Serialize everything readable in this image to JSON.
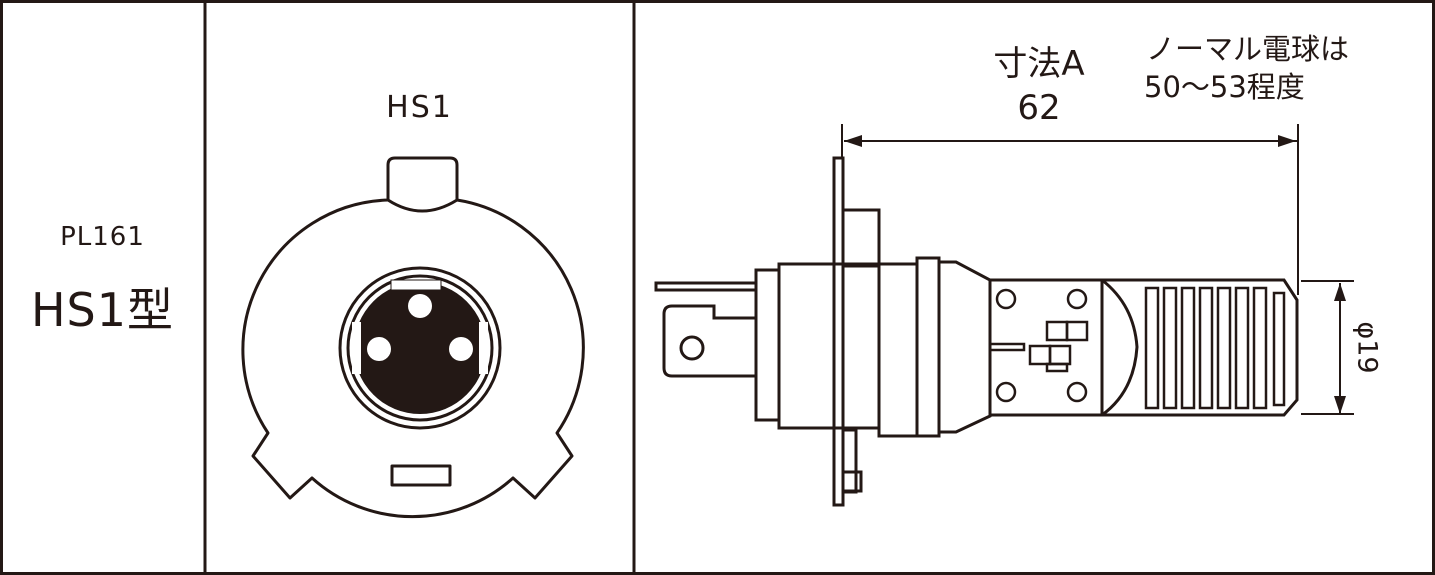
{
  "product": {
    "code": "PL161",
    "type": "HS1型"
  },
  "socket_face": {
    "label": "HS1"
  },
  "side_view": {
    "dimension_name": "寸法A",
    "dimension_value": "62",
    "note_line1": "ノーマル電球は",
    "note_line2": "50〜53程度",
    "diameter_label": "φ19"
  },
  "colors": {
    "line": "#231815",
    "fill_dark": "#231815",
    "background": "#ffffff"
  }
}
